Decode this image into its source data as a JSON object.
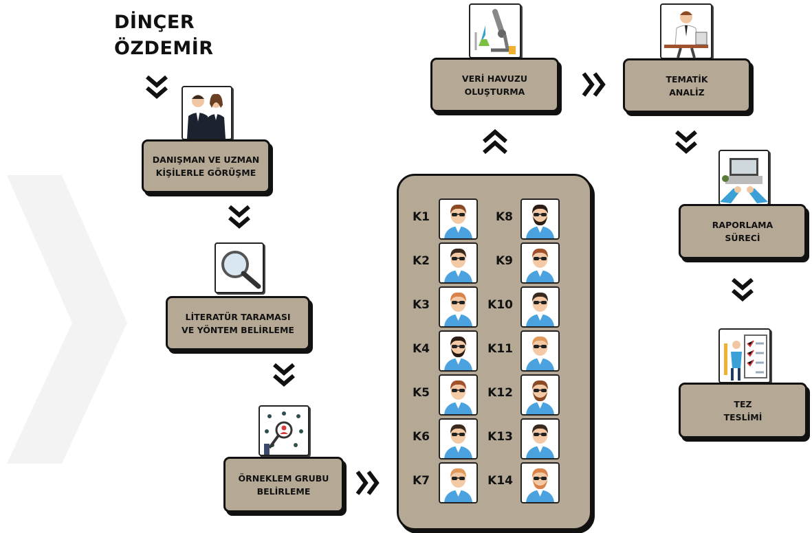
{
  "author": {
    "line1": "DİNÇER",
    "line2": "ÖZDEMİR"
  },
  "steps": {
    "s1": {
      "line1": "DANIŞMAN VE UZMAN",
      "line2": "KİŞİLERLE GÖRÜŞME"
    },
    "s2": {
      "line1": "LİTERATÜR TARAMASI",
      "line2": "VE YÖNTEM BELİRLEME"
    },
    "s3": {
      "line1": "ÖRNEKLEM GRUBU",
      "line2": "BELİRLEME"
    },
    "s4": {
      "line1": "VERİ HAVUZU",
      "line2": "OLUŞTURMA"
    },
    "s5": {
      "line1": "TEMATİK",
      "line2": "ANALİZ"
    },
    "s6": {
      "line1": "RAPORLAMA",
      "line2": "SÜRECİ"
    },
    "s7": {
      "line1": "TEZ",
      "line2": "TESLİMİ"
    }
  },
  "participants": {
    "left": [
      "K1",
      "K2",
      "K3",
      "K4",
      "K5",
      "K6",
      "K7"
    ],
    "right": [
      "K8",
      "K9",
      "K10",
      "K11",
      "K12",
      "K13",
      "K14"
    ]
  },
  "colors": {
    "box_fill": "#b5a996",
    "outline": "#111111",
    "shirt": "#4aa3df",
    "watermark": "#f2f2f2"
  }
}
